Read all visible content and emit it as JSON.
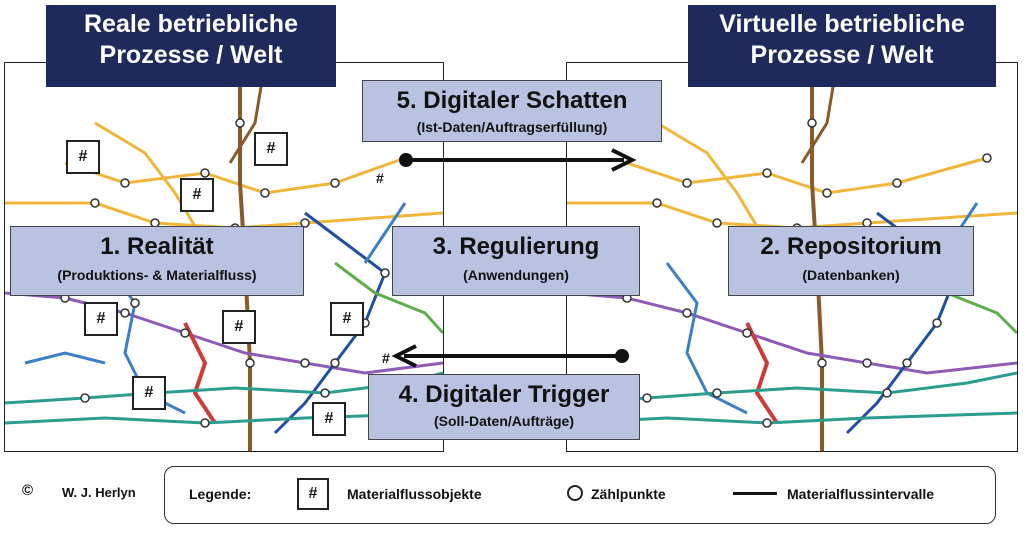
{
  "headers": {
    "real": [
      "Reale betriebliche",
      "Prozesse / Welt"
    ],
    "virtual": [
      "Virtuelle betriebliche",
      "Prozesse / Welt"
    ]
  },
  "boxes": {
    "shadow": {
      "title": "5. Digitaler Schatten",
      "subtitle": "(Ist-Daten/Auftragserfüllung)"
    },
    "reality": {
      "title": "1. Realität",
      "subtitle": "(Produktions- & Materialfluss)"
    },
    "regulation": {
      "title": "3. Regulierung",
      "subtitle": "(Anwendungen)"
    },
    "repository": {
      "title": "2. Repositorium",
      "subtitle": "(Datenbanken)"
    },
    "trigger": {
      "title": "4.  Digitaler Trigger",
      "subtitle": "(Soll-Daten/Aufträge)"
    }
  },
  "markers": {
    "hash": "#"
  },
  "legend": {
    "copyright_symbol": "©",
    "author": "W. J. Herlyn",
    "label": "Legende:",
    "material_objects": "Materialflussobjekte",
    "count_points": "Zählpunkte",
    "intervals": "Materialflussintervalle"
  },
  "colors": {
    "header_bg": "#1f2a5c",
    "box_bg": "#b9c2e1",
    "map_lines": [
      "#f0b63a",
      "#8a5a2b",
      "#3d7fc4",
      "#cc3a3a",
      "#2a9d8f",
      "#8e5bb5",
      "#1f4fa0",
      "#5fae4d"
    ]
  }
}
